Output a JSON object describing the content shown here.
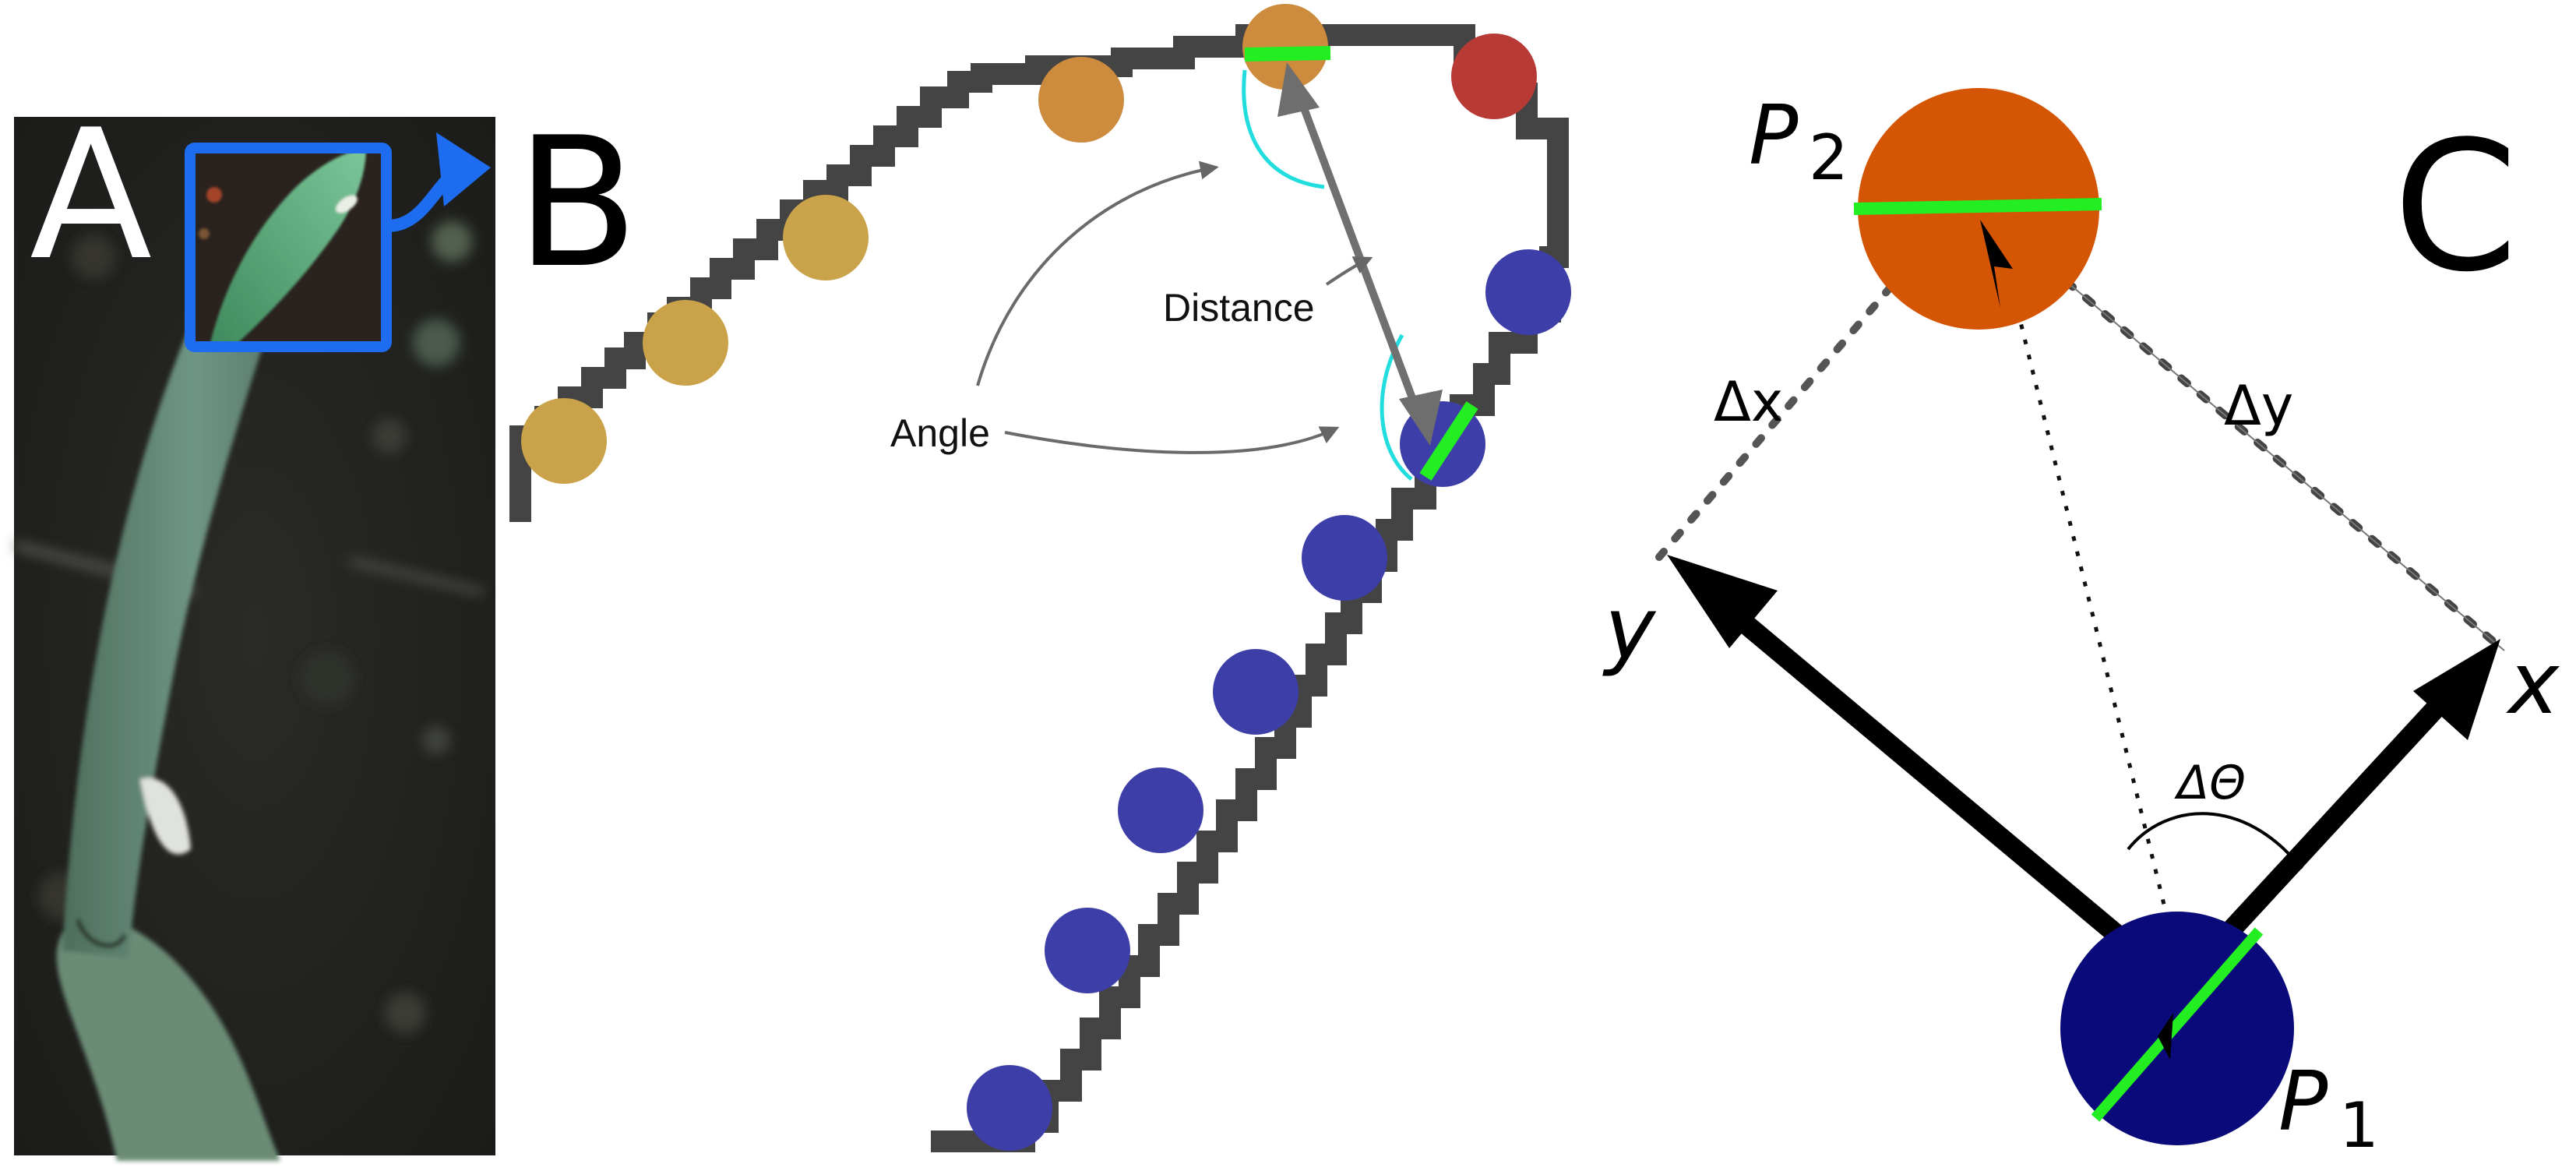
{
  "panels": {
    "a": {
      "letter": "A"
    },
    "b": {
      "letter": "B",
      "angle_label": "Angle",
      "distance_label": "Distance"
    },
    "c": {
      "letter": "C",
      "p2_letter": "P",
      "p2_sub": "2",
      "p1_letter": "P",
      "p1_sub": "1",
      "dx_label": "Δx",
      "dy_label": "Δy",
      "y_axis": "y",
      "x_axis": "x",
      "dtheta_label": "ΔΘ"
    }
  },
  "colors": {
    "leaf_tip": "#cd8b3e",
    "leaf_mid": "#c9a24a",
    "red_point": "#b83a35",
    "blue_point": "#3e3ea8",
    "p1_fill": "#0a0a7a",
    "p2_fill": "#d45504",
    "green_orient": "#22ee22",
    "cyan_arc": "#22dddd",
    "skeleton": "#444444",
    "box_blue": "#1e6cf0"
  }
}
